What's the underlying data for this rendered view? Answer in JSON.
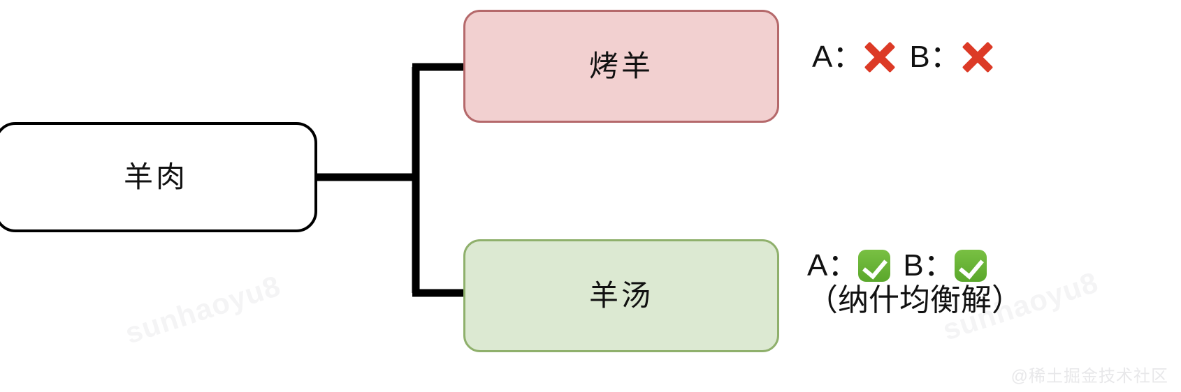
{
  "diagram": {
    "type": "mindmap-tree",
    "root": {
      "label": "羊肉",
      "fill": "#ffffff",
      "stroke": "#000000"
    },
    "branches": [
      {
        "id": "roast",
        "label": "烤羊",
        "fill": "#f2d0d0",
        "stroke": "#b5696b",
        "annotation": {
          "player_a_label": "A：",
          "player_a_mark": "cross-icon",
          "player_b_label": "B：",
          "player_b_mark": "cross-icon",
          "note": ""
        }
      },
      {
        "id": "soup",
        "label": "羊汤",
        "fill": "#dce9d2",
        "stroke": "#8fb06c",
        "annotation": {
          "player_a_label": "A：",
          "player_a_mark": "check-icon",
          "player_b_label": "B：",
          "player_b_mark": "check-icon",
          "note": "（纳什均衡解）"
        }
      }
    ],
    "colors": {
      "cross": "#dc3a26",
      "check": "#5aa72b",
      "connector": "#000000"
    }
  },
  "watermarks": {
    "diagonal": "sunhaoyu8",
    "corner": "@稀土掘金技术社区"
  }
}
